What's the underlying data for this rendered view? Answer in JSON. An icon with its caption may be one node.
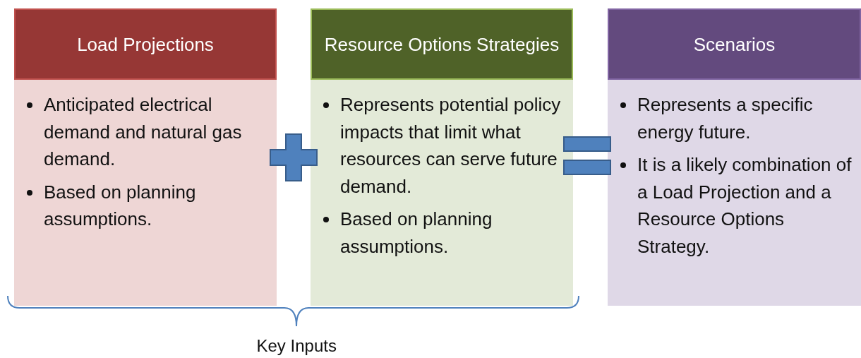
{
  "diagram": {
    "nodes": [
      {
        "text": [
          "Load Projections",
          "Anticipated electrical demand and natural gas demand.",
          "Based on planning assumptions."
        ]
      },
      {
        "text": [
          "Resource Options Strategies",
          "Represents potential policy impacts that limit what resources can serve future demand.",
          "Based on planning assumptions."
        ]
      },
      {
        "text": [
          "Scenarios",
          "Represents a specific energy future.",
          "It is a likely combination of a Load Projection and a Resource Options Strategy."
        ]
      }
    ],
    "labels": [
      "Key Inputs"
    ]
  }
}
